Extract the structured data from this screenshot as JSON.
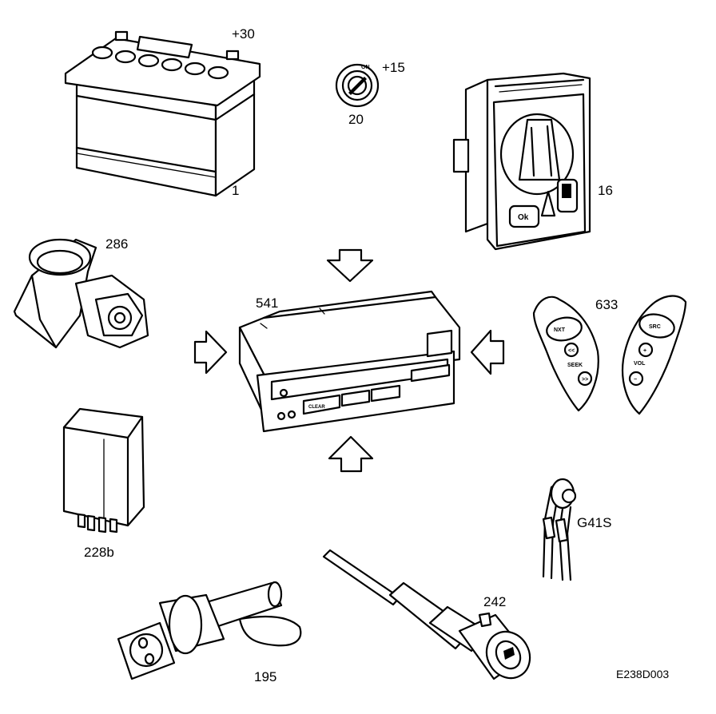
{
  "labels": {
    "battery": "1",
    "battery_terminal": "+30",
    "ignition_switch": "20",
    "ignition_terminal": "+15",
    "light_switch": "16",
    "sensor_286": "286",
    "control_unit": "541",
    "steering_buttons": "633",
    "relay": "228b",
    "ground_point": "G41S",
    "sensor_195": "195",
    "sensor_242": "242",
    "figure_code": "E238D003"
  },
  "panel_text": {
    "steer_nxt": "NXT",
    "steer_seek": "SEEK",
    "steer_src": "SRC",
    "steer_vol": "VOL",
    "switch_ok": "Ok",
    "dash_clear": "CLEAR"
  },
  "icons": {
    "arrow_top": "arrow-down-icon",
    "arrow_left": "arrow-right-icon",
    "arrow_right": "arrow-left-icon",
    "arrow_bottom": "arrow-up-icon"
  }
}
